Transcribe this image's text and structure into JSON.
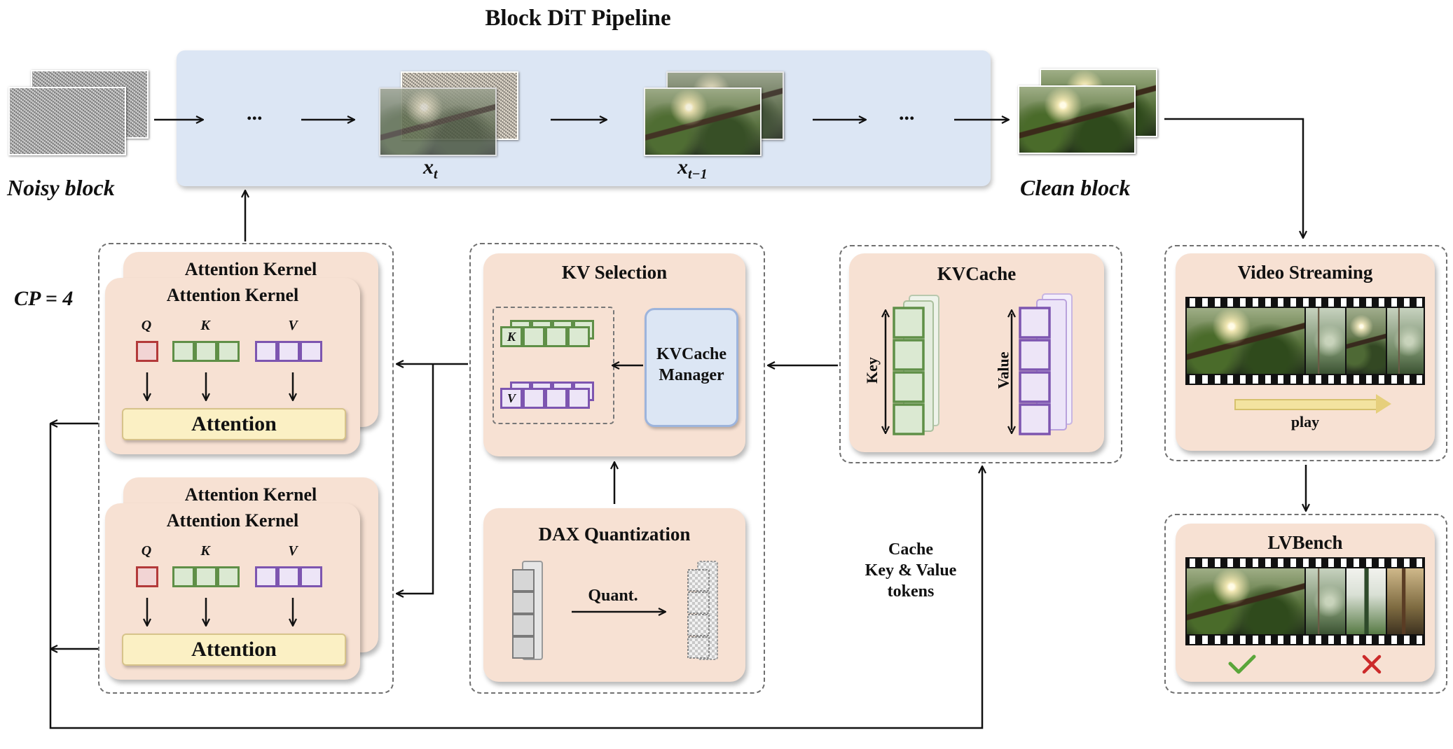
{
  "header": {
    "title": "Block DiT Pipeline"
  },
  "pipeline": {
    "noisy_label": "Noisy block",
    "clean_label": "Clean block",
    "dots_1": "...",
    "dots_2": "...",
    "xt_base": "x",
    "xt_sub": "t",
    "xt1_base": "x",
    "xt1_sub": "t−1"
  },
  "cp_label": "CP = 4",
  "attention_kernels": {
    "title": "Attention Kernel",
    "q_label": "Q",
    "k_label": "K",
    "v_label": "V",
    "attention_label": "Attention"
  },
  "kv_selection": {
    "title": "KV Selection",
    "k_tag": "K",
    "v_tag": "V",
    "manager_line1": "KVCache",
    "manager_line2": "Manager"
  },
  "dax": {
    "title": "DAX Quantization",
    "quant_label": "Quant."
  },
  "kvcache": {
    "title": "KVCache",
    "key_label": "Key",
    "value_label": "Value"
  },
  "cache_note": {
    "line1": "Cache",
    "line2": "Key & Value",
    "line3": "tokens"
  },
  "video_streaming": {
    "title": "Video Streaming",
    "play_label": "play"
  },
  "lvbench": {
    "title": "LVBench",
    "check_color": "#5aa63a",
    "cross_color": "#cc2a2a"
  },
  "colors": {
    "pipeline_bg": "#dce6f4",
    "panel_bg": "#f7e1d3",
    "query": "#b33a3a",
    "key": "#5f8f47",
    "value": "#7d55b0",
    "attention_bar": "#fbf0c4",
    "manager_bg": "#dce6f4"
  }
}
